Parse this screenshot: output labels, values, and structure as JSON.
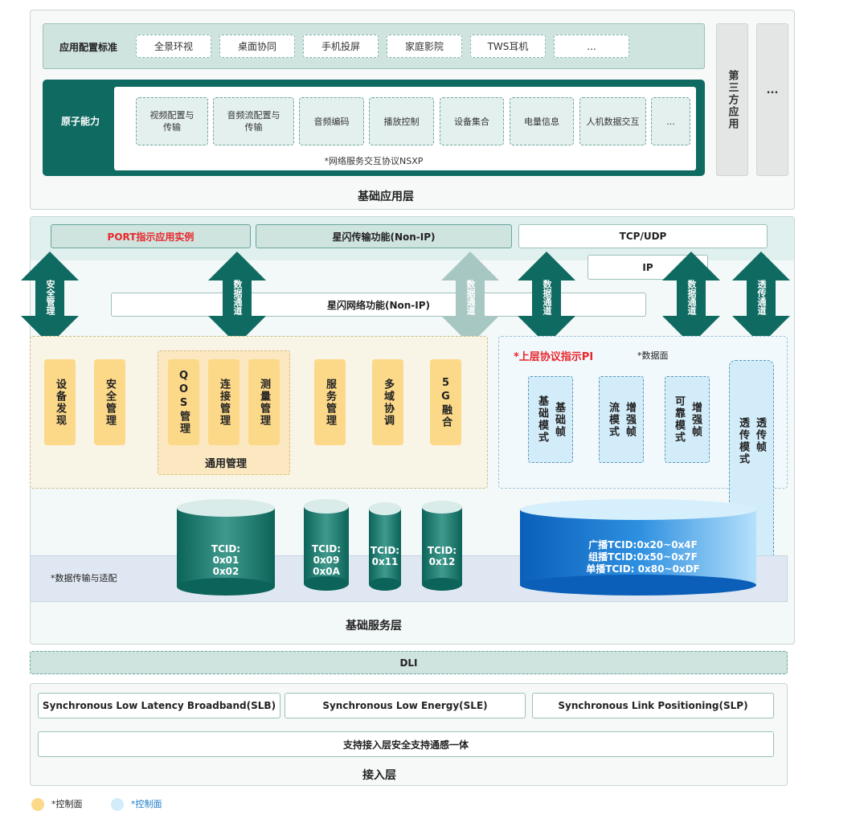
{
  "app_layer": {
    "standards_label": "应用配置标准",
    "standards": [
      "全景环视",
      "桌面协同",
      "手机投屏",
      "家庭影院",
      "TWS耳机",
      "..."
    ],
    "atom_label": "原子能力",
    "atoms": [
      "视频配置与传输",
      "音频流配置与传输",
      "音频编码",
      "播放控制",
      "设备集合",
      "电量信息",
      "人机数据交互",
      "..."
    ],
    "nsxp": "*网络服务交互协议NSXP",
    "third_party": "第三方应用",
    "ellipsis": "...",
    "title": "基础应用层"
  },
  "service_layer": {
    "port": "PORT指示应用实例",
    "transfer": "星闪传输功能(Non-IP)",
    "tcp_udp": "TCP/UDP",
    "ip": "IP",
    "network": "星闪网络功能(Non-IP)",
    "arrows": {
      "security": "安全管理",
      "data": "数据通道",
      "transparent": "透传通道"
    },
    "mgmt_items": [
      "设备发现",
      "安全管理",
      "QOS管理",
      "连接管理",
      "测量管理",
      "服务管理",
      "多域协调",
      "5G融合"
    ],
    "general_mgmt": "通用管理",
    "pi_title": "*上层协议指示PI",
    "data_plane": "*数据面",
    "modes": [
      {
        "top": "基础模式",
        "bottom": "基础帧"
      },
      {
        "top": "流模式",
        "bottom": "增强帧"
      },
      {
        "top": "可靠模式",
        "bottom": "增强帧"
      }
    ],
    "transparent_mode": {
      "top": "透传模式",
      "bottom": "透传帧"
    },
    "transport_label": "*数据传输与适配",
    "tcids": [
      {
        "l1": "TCID:",
        "l2": "0x01",
        "l3": "0x02"
      },
      {
        "l1": "TCID:",
        "l2": "0x09",
        "l3": "0x0A"
      },
      {
        "l1": "TCID:",
        "l2": "0x11",
        "l3": ""
      },
      {
        "l1": "TCID:",
        "l2": "0x12",
        "l3": ""
      }
    ],
    "broadcast": [
      "广播TCID:0x20~0x4F",
      "组播TCID:0x50~0x7F",
      "单播TCID: 0x80~0xDF"
    ],
    "title": "基础服务层"
  },
  "dli": "DLI",
  "access_layer": {
    "slb": "Synchronous Low Latency Broadband(SLB)",
    "sle": "Synchronous Low Energy(SLE)",
    "slp": "Synchronous Link Positioning(SLP)",
    "security": "支持接入层安全支持通感一体",
    "title": "接入层"
  },
  "legend": {
    "control": "*控制面",
    "control2": "*控制面"
  },
  "colors": {
    "teal_dark": "#0f6b61",
    "teal_light": "#cfe3df",
    "yellow": "#fcd889",
    "blue": "#d3ecfa",
    "red": "#e8262b"
  }
}
